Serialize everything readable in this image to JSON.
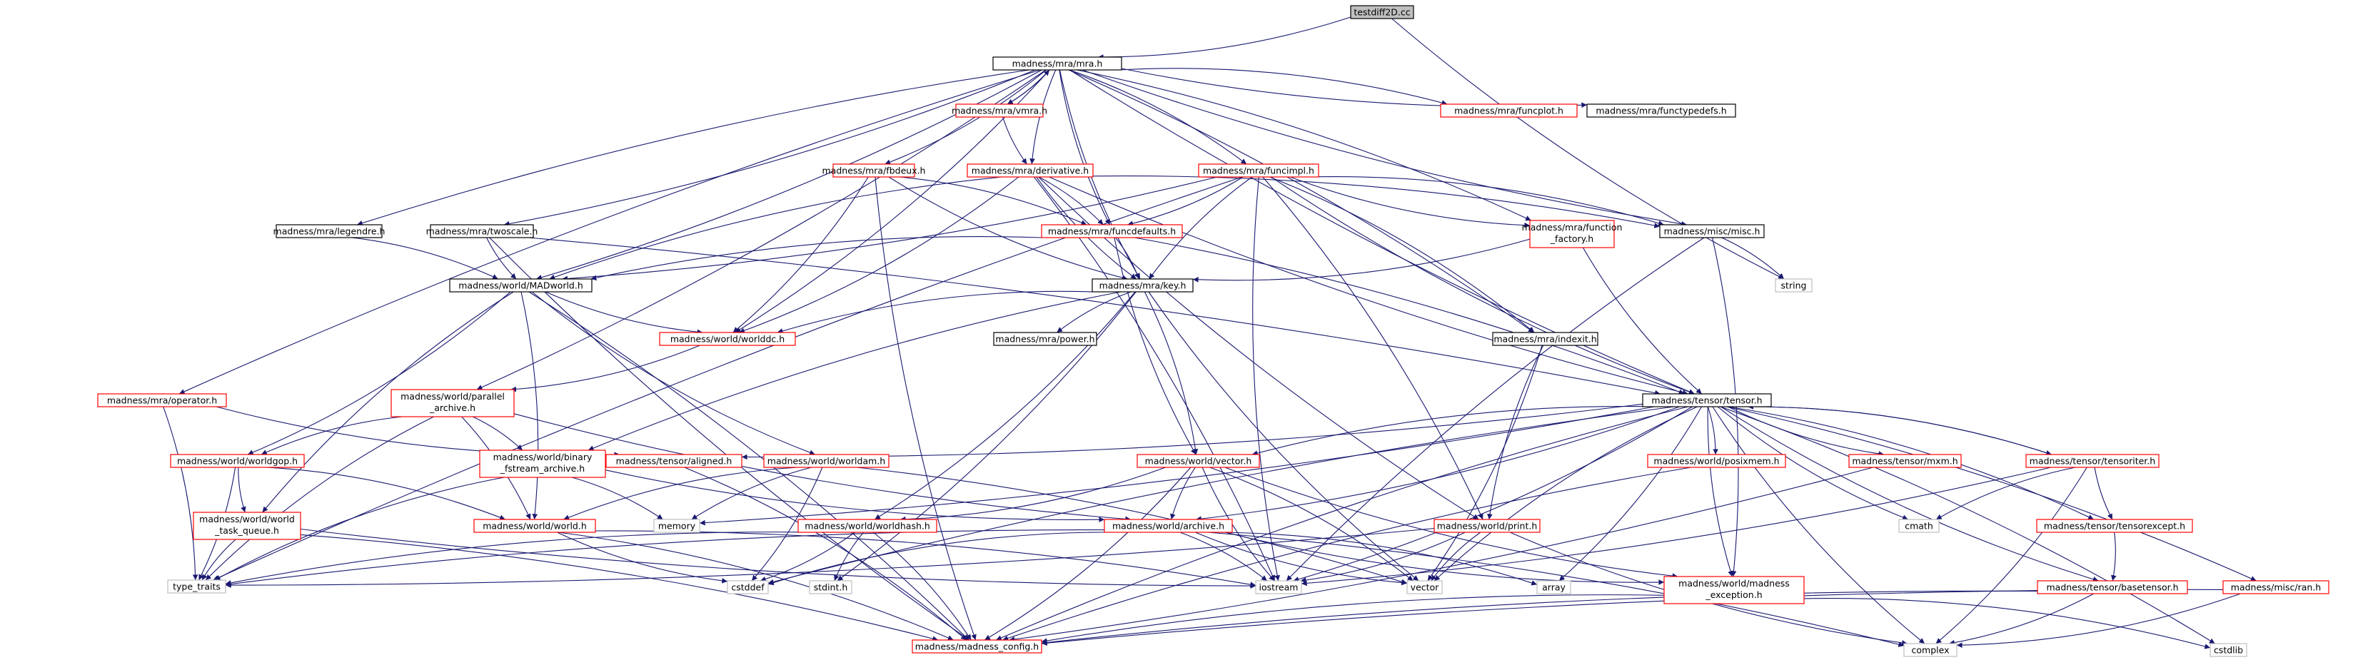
{
  "colors": {
    "root_fill": "#bfbfbf",
    "node_fill": "#ffffff",
    "border_plain": "#000000",
    "border_documented": "#ff0000",
    "border_system": "#bfbfbf",
    "text": "#000000",
    "system_text": "#000000",
    "edge": "#191970"
  },
  "nodes": {
    "root": {
      "label": "testdiff2D.cc",
      "kind": "root"
    },
    "mra": {
      "label": "madness/mra/mra.h",
      "kind": "plain"
    },
    "vmra": {
      "label": "madness/mra/vmra.h",
      "kind": "documented"
    },
    "funcplot": {
      "label": "madness/mra/funcplot.h",
      "kind": "documented"
    },
    "functypedefs": {
      "label": "madness/mra/functypedefs.h",
      "kind": "plain"
    },
    "fbdeux": {
      "label": "madness/mra/fbdeux.h",
      "kind": "documented"
    },
    "derivative": {
      "label": "madness/mra/derivative.h",
      "kind": "documented"
    },
    "funcimpl": {
      "label": "madness/mra/funcimpl.h",
      "kind": "documented"
    },
    "legendre": {
      "label": "madness/mra/legendre.h",
      "kind": "plain"
    },
    "twoscale": {
      "label": "madness/mra/twoscale.h",
      "kind": "plain"
    },
    "funcdefaults": {
      "label": "madness/mra/funcdefaults.h",
      "kind": "documented"
    },
    "function_factory": {
      "label1": "madness/mra/function",
      "label2": "_factory.h",
      "kind": "documented"
    },
    "misc": {
      "label": "madness/misc/misc.h",
      "kind": "plain"
    },
    "string": {
      "label": "string",
      "kind": "system"
    },
    "madworld": {
      "label": "madness/world/MADworld.h",
      "kind": "plain"
    },
    "key": {
      "label": "madness/mra/key.h",
      "kind": "plain"
    },
    "worlddc": {
      "label": "madness/world/worlddc.h",
      "kind": "documented"
    },
    "power": {
      "label": "madness/mra/power.h",
      "kind": "plain"
    },
    "indexit": {
      "label": "madness/mra/indexit.h",
      "kind": "plain"
    },
    "operator": {
      "label": "madness/mra/operator.h",
      "kind": "documented"
    },
    "parallel_archive": {
      "label1": "madness/world/parallel",
      "label2": "_archive.h",
      "kind": "documented"
    },
    "tensor": {
      "label": "madness/tensor/tensor.h",
      "kind": "plain"
    },
    "worldgop": {
      "label": "madness/world/worldgop.h",
      "kind": "documented"
    },
    "binary_fstream": {
      "label1": "madness/world/binary",
      "label2": "_fstream_archive.h",
      "kind": "documented"
    },
    "aligned": {
      "label": "madness/tensor/aligned.h",
      "kind": "documented"
    },
    "worldam": {
      "label": "madness/world/worldam.h",
      "kind": "documented"
    },
    "vector_h": {
      "label": "madness/world/vector.h",
      "kind": "documented"
    },
    "posixmem": {
      "label": "madness/world/posixmem.h",
      "kind": "documented"
    },
    "mxm": {
      "label": "madness/tensor/mxm.h",
      "kind": "documented"
    },
    "tensoriter": {
      "label": "madness/tensor/tensoriter.h",
      "kind": "documented"
    },
    "world_task_queue": {
      "label1": "madness/world/world",
      "label2": "_task_queue.h",
      "kind": "documented"
    },
    "world_h": {
      "label": "madness/world/world.h",
      "kind": "documented"
    },
    "memory": {
      "label": "memory",
      "kind": "system"
    },
    "worldhash": {
      "label": "madness/world/worldhash.h",
      "kind": "documented"
    },
    "archive": {
      "label": "madness/world/archive.h",
      "kind": "documented"
    },
    "print": {
      "label": "madness/world/print.h",
      "kind": "documented"
    },
    "cmath": {
      "label": "cmath",
      "kind": "system"
    },
    "tensorexcept": {
      "label": "madness/tensor/tensorexcept.h",
      "kind": "documented"
    },
    "type_traits": {
      "label": "type_traits",
      "kind": "system"
    },
    "cstddef": {
      "label": "cstddef",
      "kind": "system"
    },
    "stdint": {
      "label": "stdint.h",
      "kind": "system"
    },
    "iostream": {
      "label": "iostream",
      "kind": "system"
    },
    "vector_std": {
      "label": "vector",
      "kind": "system"
    },
    "array": {
      "label": "array",
      "kind": "system"
    },
    "madness_exception": {
      "label1": "madness/world/madness",
      "label2": "_exception.h",
      "kind": "documented"
    },
    "basetensor": {
      "label": "madness/tensor/basetensor.h",
      "kind": "documented"
    },
    "ran": {
      "label": "madness/misc/ran.h",
      "kind": "documented"
    },
    "madness_config": {
      "label": "madness/madness_config.h",
      "kind": "documented"
    },
    "complex": {
      "label": "complex",
      "kind": "system"
    },
    "cstdlib": {
      "label": "cstdlib",
      "kind": "system"
    }
  },
  "edges": [
    [
      "root",
      "mra"
    ],
    [
      "root",
      "string"
    ],
    [
      "mra",
      "vmra"
    ],
    [
      "vmra",
      "mra"
    ],
    [
      "mra",
      "funcplot"
    ],
    [
      "mra",
      "functypedefs"
    ],
    [
      "mra",
      "fbdeux"
    ],
    [
      "mra",
      "derivative"
    ],
    [
      "mra",
      "funcimpl"
    ],
    [
      "mra",
      "legendre"
    ],
    [
      "mra",
      "twoscale"
    ],
    [
      "mra",
      "funcdefaults"
    ],
    [
      "mra",
      "function_factory"
    ],
    [
      "mra",
      "misc"
    ],
    [
      "mra",
      "madworld"
    ],
    [
      "mra",
      "key"
    ],
    [
      "mra",
      "worlddc"
    ],
    [
      "mra",
      "operator"
    ],
    [
      "mra",
      "parallel_archive"
    ],
    [
      "mra",
      "tensor"
    ],
    [
      "mra",
      "indexit"
    ],
    [
      "vmra",
      "derivative"
    ],
    [
      "fbdeux",
      "funcdefaults"
    ],
    [
      "fbdeux",
      "key"
    ],
    [
      "fbdeux",
      "worlddc"
    ],
    [
      "fbdeux",
      "madness_config"
    ],
    [
      "derivative",
      "funcdefaults"
    ],
    [
      "derivative",
      "key"
    ],
    [
      "derivative",
      "worlddc"
    ],
    [
      "derivative",
      "madworld"
    ],
    [
      "derivative",
      "misc"
    ],
    [
      "derivative",
      "tensor"
    ],
    [
      "derivative",
      "iostream"
    ],
    [
      "derivative",
      "print"
    ],
    [
      "funcimpl",
      "funcdefaults"
    ],
    [
      "funcimpl",
      "function_factory"
    ],
    [
      "funcimpl",
      "misc"
    ],
    [
      "funcimpl",
      "key"
    ],
    [
      "funcimpl",
      "indexit"
    ],
    [
      "funcimpl",
      "tensor"
    ],
    [
      "funcimpl",
      "print"
    ],
    [
      "funcimpl",
      "iostream"
    ],
    [
      "funcimpl",
      "madworld"
    ],
    [
      "funcimpl",
      "type_traits"
    ],
    [
      "legendre",
      "madworld"
    ],
    [
      "twoscale",
      "madworld"
    ],
    [
      "twoscale",
      "tensor"
    ],
    [
      "twoscale",
      "madness_config"
    ],
    [
      "funcdefaults",
      "key"
    ],
    [
      "funcdefaults",
      "madworld"
    ],
    [
      "funcdefaults",
      "tensor"
    ],
    [
      "funcdefaults",
      "vector_h"
    ],
    [
      "function_factory",
      "key"
    ],
    [
      "function_factory",
      "tensor"
    ],
    [
      "misc",
      "string"
    ],
    [
      "misc",
      "iostream"
    ],
    [
      "misc",
      "madness_exception"
    ],
    [
      "madworld",
      "worlddc"
    ],
    [
      "madworld",
      "worldgop"
    ],
    [
      "madworld",
      "world_task_queue"
    ],
    [
      "madworld",
      "world_h"
    ],
    [
      "madworld",
      "worldam"
    ],
    [
      "madworld",
      "madness_config"
    ],
    [
      "key",
      "power"
    ],
    [
      "key",
      "vector_h"
    ],
    [
      "key",
      "binary_fstream"
    ],
    [
      "key",
      "worldhash"
    ],
    [
      "key",
      "vector_std"
    ],
    [
      "key",
      "stdint"
    ],
    [
      "key",
      "worlddc"
    ],
    [
      "worlddc",
      "parallel_archive"
    ],
    [
      "indexit",
      "print"
    ],
    [
      "indexit",
      "vector_std"
    ],
    [
      "operator",
      "aligned"
    ],
    [
      "operator",
      "type_traits"
    ],
    [
      "parallel_archive",
      "worldgop"
    ],
    [
      "parallel_archive",
      "binary_fstream"
    ],
    [
      "parallel_archive",
      "archive"
    ],
    [
      "parallel_archive",
      "world_h"
    ],
    [
      "parallel_archive",
      "type_traits"
    ],
    [
      "tensor",
      "aligned"
    ],
    [
      "tensor",
      "vector_h"
    ],
    [
      "tensor",
      "posixmem"
    ],
    [
      "tensor",
      "mxm"
    ],
    [
      "tensor",
      "tensoriter"
    ],
    [
      "tensoriter",
      "tensor"
    ],
    [
      "tensor",
      "archive"
    ],
    [
      "tensor",
      "cmath"
    ],
    [
      "tensor",
      "tensorexcept"
    ],
    [
      "tensor",
      "basetensor"
    ],
    [
      "tensor",
      "ran"
    ],
    [
      "tensor",
      "madness_config"
    ],
    [
      "tensor",
      "memory"
    ],
    [
      "tensor",
      "cstddef"
    ],
    [
      "tensor",
      "array"
    ],
    [
      "tensor",
      "vector_std"
    ],
    [
      "tensor",
      "iostream"
    ],
    [
      "tensor",
      "complex"
    ],
    [
      "tensor",
      "cstdlib"
    ],
    [
      "tensor",
      "madness_exception"
    ],
    [
      "worldgop",
      "world_h"
    ],
    [
      "worldgop",
      "world_task_queue"
    ],
    [
      "worldgop",
      "type_traits"
    ],
    [
      "binary_fstream",
      "archive"
    ],
    [
      "binary_fstream",
      "memory"
    ],
    [
      "binary_fstream",
      "type_traits"
    ],
    [
      "aligned",
      "madness_config"
    ],
    [
      "worldam",
      "world_h"
    ],
    [
      "worldam",
      "cstddef"
    ],
    [
      "worldam",
      "memory"
    ],
    [
      "worldam",
      "vector_std"
    ],
    [
      "vector_h",
      "archive"
    ],
    [
      "vector_h",
      "worldhash"
    ],
    [
      "vector_h",
      "iostream"
    ],
    [
      "vector_h",
      "vector_std"
    ],
    [
      "vector_h",
      "madness_exception"
    ],
    [
      "vector_h",
      "madness_config"
    ],
    [
      "posixmem",
      "madness_config"
    ],
    [
      "mxm",
      "madness_config"
    ],
    [
      "tensoriter",
      "tensorexcept"
    ],
    [
      "tensoriter",
      "iostream"
    ],
    [
      "tensoriter",
      "cmath"
    ],
    [
      "tensoriter",
      "complex"
    ],
    [
      "world_task_queue",
      "type_traits"
    ],
    [
      "world_task_queue",
      "madness_config"
    ],
    [
      "world_task_queue",
      "iostream"
    ],
    [
      "world_h",
      "iostream"
    ],
    [
      "world_h",
      "cstddef"
    ],
    [
      "world_h",
      "madness_config"
    ],
    [
      "worldhash",
      "type_traits"
    ],
    [
      "worldhash",
      "cstddef"
    ],
    [
      "worldhash",
      "stdint"
    ],
    [
      "worldhash",
      "madness_config"
    ],
    [
      "archive",
      "type_traits"
    ],
    [
      "archive",
      "iostream"
    ],
    [
      "archive",
      "vector_std"
    ],
    [
      "archive",
      "array"
    ],
    [
      "archive",
      "cstddef"
    ],
    [
      "archive",
      "complex"
    ],
    [
      "archive",
      "madness_exception"
    ],
    [
      "print",
      "iostream"
    ],
    [
      "print",
      "vector_std"
    ],
    [
      "print",
      "type_traits"
    ],
    [
      "print",
      "complex"
    ],
    [
      "tensorexcept",
      "basetensor"
    ],
    [
      "madness_exception",
      "madness_config"
    ],
    [
      "madness_exception",
      "cstdlib"
    ],
    [
      "basetensor",
      "madness_config"
    ],
    [
      "basetensor",
      "complex"
    ],
    [
      "ran",
      "madness_config"
    ],
    [
      "ran",
      "complex"
    ]
  ]
}
